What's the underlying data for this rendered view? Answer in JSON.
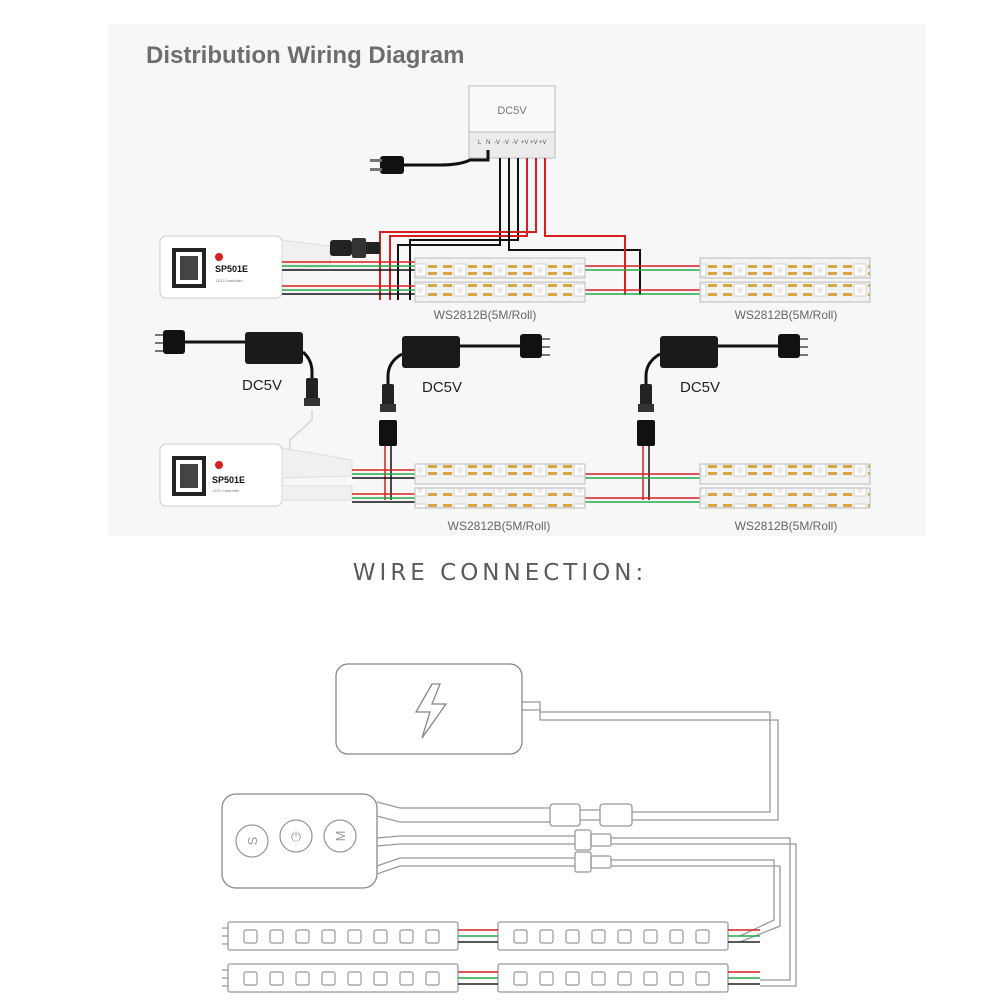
{
  "diagram": {
    "title": "Distribution Wiring Diagram",
    "power_label": "DC5V",
    "terminal_labels": [
      "L",
      "N",
      "-V",
      "-V",
      "-V",
      "+V",
      "+V",
      "+V"
    ],
    "adapter_label": "DC5V",
    "strip_label": "WS2812B(5M/Roll)",
    "controller_model": "SP501E",
    "controller_sub": "LED Controller",
    "wire_connection_title": "WIRE CONNECTION:",
    "remote_buttons": [
      "S",
      "⏻",
      "M"
    ],
    "colors": {
      "red": "#d62020",
      "green": "#27a84a",
      "black": "#111111",
      "gold": "#d9a441",
      "panel": "#f7f7f7"
    }
  }
}
